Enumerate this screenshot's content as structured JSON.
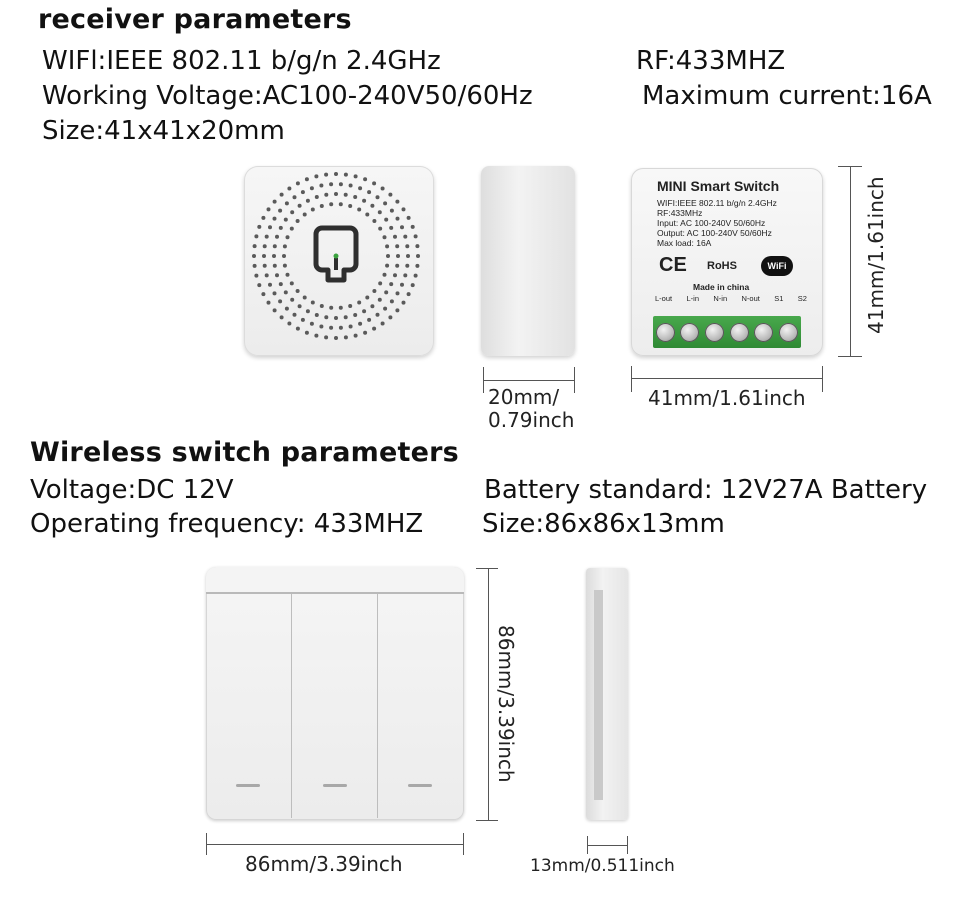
{
  "receiver": {
    "heading": "receiver parameters",
    "specs": {
      "wifi": "WIFl:IEEE 802.11 b/g/n 2.4GHz",
      "rf": "RF:433MHZ",
      "voltage": "Working Voltage:AC100-240V50/60Hz",
      "current": "Maximum current:16A",
      "size": "Size:41x41x20mm"
    },
    "label": {
      "title": "MINI Smart Switch",
      "wifi": "WIFI:IEEE 802.11 b/g/n 2.4GHz",
      "rf": "RF:433MHz",
      "input": "Input: AC 100-240V 50/60Hz",
      "output": "Output: AC 100-240V 50/60Hz",
      "maxload": "Max load: 16A",
      "ce": "CE",
      "rohs": "RoHS",
      "wifi_badge": "WiFi",
      "made": "Made in china",
      "terminals": [
        "L-out",
        "L-in",
        "N-in",
        "N-out",
        "S1",
        "S2"
      ]
    },
    "dims": {
      "depth_line1": "20mm/",
      "depth_line2": "0.79inch",
      "width": "41mm/1.61inch",
      "height": "41mm/1.61inch"
    }
  },
  "wireless": {
    "heading": "Wireless switch parameters",
    "specs": {
      "voltage": "Voltage:DC 12V",
      "battery": "Battery standard: 12V27A Battery",
      "frequency": "Operating frequency: 433MHZ",
      "size": "Size:86x86x13mm"
    },
    "dims": {
      "width": "86mm/3.39inch",
      "height": "86mm/3.39inch",
      "depth": "13mm/0.511inch"
    }
  },
  "colors": {
    "terminal_green": "#3c9a40",
    "body": "#f0f0f0",
    "text": "#111111"
  }
}
